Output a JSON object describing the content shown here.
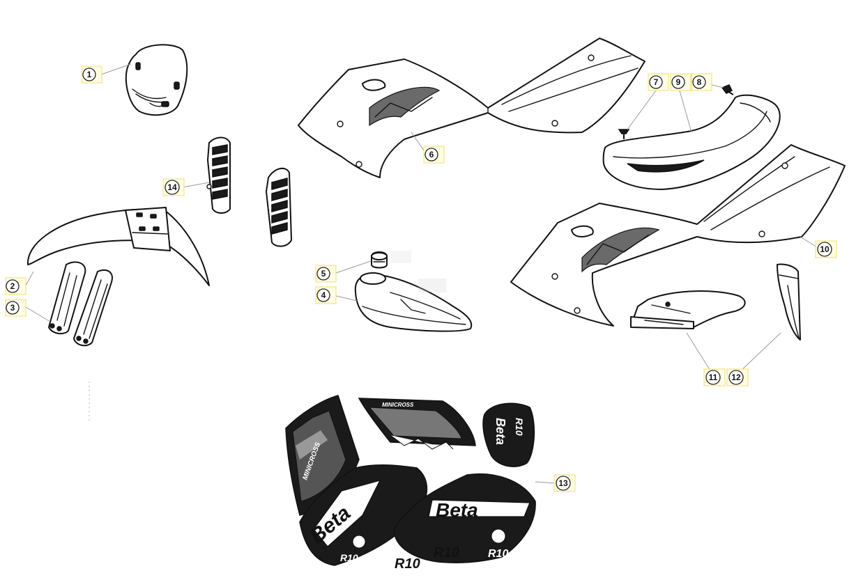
{
  "diagram": {
    "callouts": [
      {
        "id": "c1",
        "label": "1"
      },
      {
        "id": "c2",
        "label": "2"
      },
      {
        "id": "c3",
        "label": "3"
      },
      {
        "id": "c4",
        "label": "4"
      },
      {
        "id": "c5",
        "label": "5"
      },
      {
        "id": "c6",
        "label": "6"
      },
      {
        "id": "c7",
        "label": "7"
      },
      {
        "id": "c8",
        "label": "8"
      },
      {
        "id": "c9",
        "label": "9"
      },
      {
        "id": "c10",
        "label": "10"
      },
      {
        "id": "c11",
        "label": "11"
      },
      {
        "id": "c12",
        "label": "12"
      },
      {
        "id": "c13",
        "label": "13"
      },
      {
        "id": "c14",
        "label": "14"
      }
    ],
    "decal_text": {
      "brand": "Beta",
      "model": "R10",
      "series": "MINICROSS"
    }
  }
}
